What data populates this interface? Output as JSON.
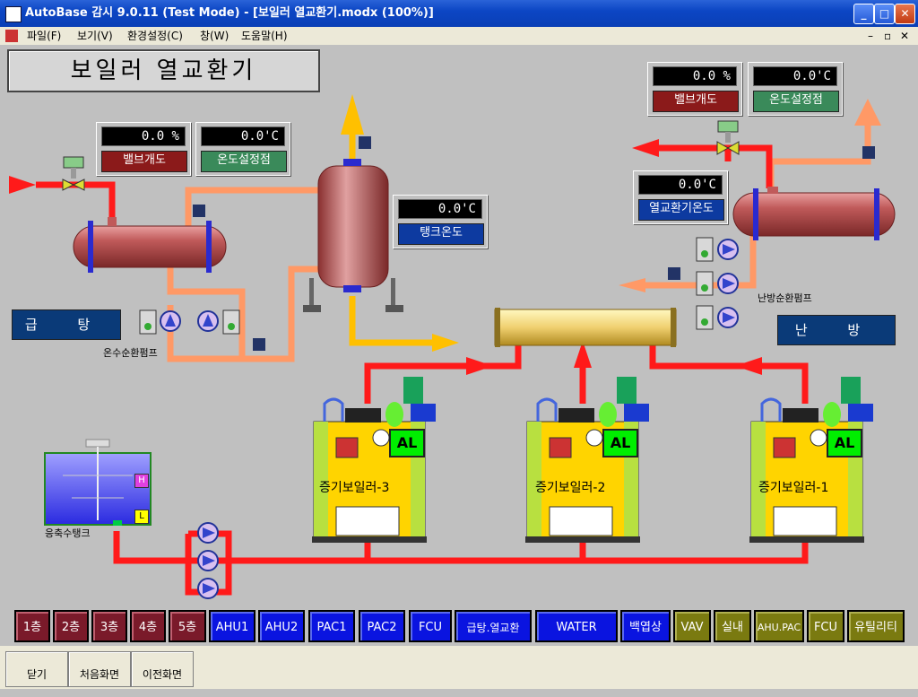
{
  "window": {
    "title": "AutoBase 감시 9.0.11 (Test Mode) - [보일러 열교환기.modx (100%)]"
  },
  "menu": [
    "파일(F)",
    "보기(V)",
    "환경설정(C)",
    "창(W)",
    "도움말(H)"
  ],
  "page_title": "보일러 열교환기",
  "left_hx": {
    "valve_value": "0.0 %",
    "valve_label": "밸브개도",
    "temp_value": "0.0'C",
    "temp_label": "온도설정점"
  },
  "tank": {
    "temp_value": "0.0'C",
    "temp_label": "탱크온도"
  },
  "right_hx": {
    "valve_value": "0.0 %",
    "valve_label": "밸브개도",
    "temp_value": "0.0'C",
    "temp_label": "온도설정점",
    "hx_temp_value": "0.0'C",
    "hx_temp_label": "열교환기온도"
  },
  "labels": {
    "hot_water_supply": "급 탕",
    "hot_water_pump": "온수순환펌프",
    "heating": "난 방",
    "heating_pump": "난방순환펌프",
    "condensate_tank": "응축수탱크",
    "tank_h": "H",
    "tank_l": "L"
  },
  "boilers": [
    {
      "label": "증기보일러-3",
      "al": "AL"
    },
    {
      "label": "증기보일러-2",
      "al": "AL"
    },
    {
      "label": "증기보일러-1",
      "al": "AL"
    }
  ],
  "nav": [
    {
      "label": "1층",
      "color": "maroon"
    },
    {
      "label": "2층",
      "color": "maroon"
    },
    {
      "label": "3층",
      "color": "maroon"
    },
    {
      "label": "4층",
      "color": "maroon"
    },
    {
      "label": "5층",
      "color": "maroon"
    },
    {
      "label": "AHU1",
      "color": "blue"
    },
    {
      "label": "AHU2",
      "color": "blue"
    },
    {
      "label": "PAC1",
      "color": "blue"
    },
    {
      "label": "PAC2",
      "color": "blue"
    },
    {
      "label": "FCU",
      "color": "blue"
    },
    {
      "label": "급탕.열교환",
      "color": "blue"
    },
    {
      "label": "WATER",
      "color": "blue"
    },
    {
      "label": "백엽상",
      "color": "blue"
    },
    {
      "label": "VAV",
      "color": "olive"
    },
    {
      "label": "실내",
      "color": "olive"
    },
    {
      "label": "AHU.PAC",
      "color": "olive"
    },
    {
      "label": "FCU",
      "color": "olive"
    },
    {
      "label": "유틸리티",
      "color": "olive"
    }
  ],
  "bottom_buttons": [
    "닫기",
    "처음화면",
    "이전화면"
  ],
  "colors": {
    "steam_pipe": "#ff1a1a",
    "hot_water_pipe": "#ff9966",
    "condensate_pipe": "#ffc000",
    "display_bg": "#000000"
  }
}
